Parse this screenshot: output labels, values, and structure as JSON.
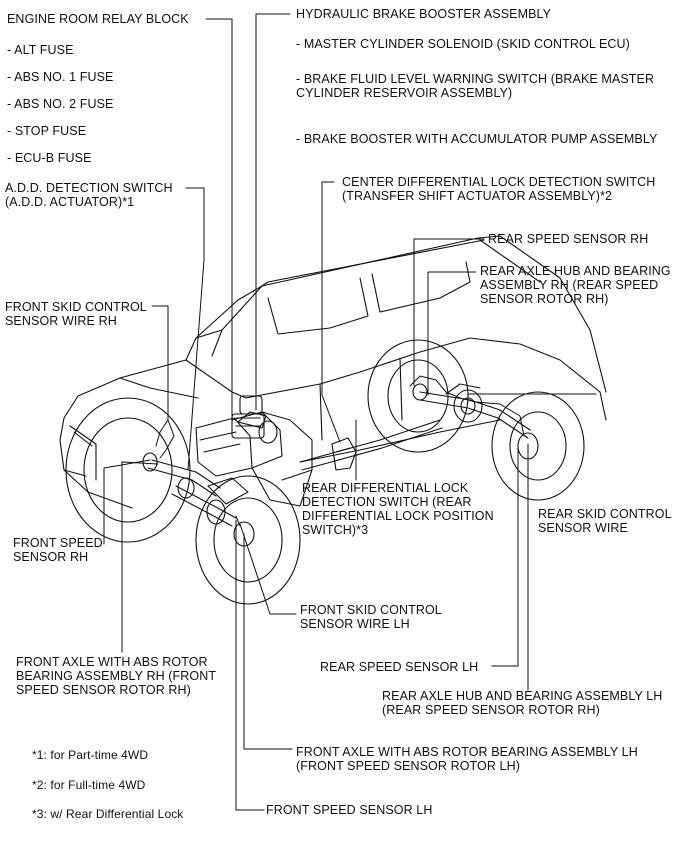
{
  "labels": {
    "engine_room_relay_block": "ENGINE ROOM RELAY BLOCK",
    "alt_fuse": "- ALT FUSE",
    "abs_no1_fuse": "- ABS NO. 1 FUSE",
    "abs_no2_fuse": "- ABS NO. 2 FUSE",
    "stop_fuse": "- STOP FUSE",
    "ecub_fuse": "- ECU-B FUSE",
    "add_detection_switch": "A.D.D. DETECTION SWITCH\n(A.D.D. ACTUATOR)*1",
    "front_skid_control_sensor_wire_rh": "FRONT SKID CONTROL\nSENSOR WIRE RH",
    "front_speed_sensor_rh": "FRONT SPEED\nSENSOR RH",
    "front_axle_abs_rotor_rh": "FRONT AXLE WITH ABS ROTOR\nBEARING ASSEMBLY RH (FRONT\nSPEED SENSOR ROTOR RH)",
    "hydraulic_brake_booster": "HYDRAULIC BRAKE BOOSTER ASSEMBLY",
    "master_cylinder_solenoid": "- MASTER CYLINDER SOLENOID (SKID CONTROL ECU)",
    "brake_fluid_level_switch": "- BRAKE FLUID LEVEL WARNING SWITCH (BRAKE MASTER\nCYLINDER RESERVOIR ASSEMBLY)",
    "brake_booster_accumulator": "- BRAKE BOOSTER WITH ACCUMULATOR PUMP ASSEMBLY",
    "center_diff_lock_switch": "CENTER DIFFERENTIAL LOCK DETECTION SWITCH\n(TRANSFER SHIFT ACTUATOR ASSEMBLY)*2",
    "rear_speed_sensor_rh": "REAR SPEED SENSOR RH",
    "rear_axle_hub_rh": "REAR AXLE HUB AND BEARING\nASSEMBLY RH (REAR SPEED\nSENSOR ROTOR RH)",
    "rear_diff_lock_switch": "REAR DIFFERENTIAL LOCK\nDETECTION SWITCH (REAR\nDIFFERENTIAL LOCK POSITION\nSWITCH)*3",
    "rear_skid_control_sensor_wire": "REAR SKID CONTROL\nSENSOR WIRE",
    "front_skid_control_sensor_wire_lh": "FRONT SKID CONTROL\nSENSOR WIRE LH",
    "rear_speed_sensor_lh": "REAR SPEED SENSOR LH",
    "rear_axle_hub_lh": "REAR AXLE HUB AND BEARING ASSEMBLY LH\n(REAR SPEED SENSOR ROTOR RH)",
    "front_axle_abs_rotor_lh": "FRONT AXLE WITH ABS ROTOR BEARING ASSEMBLY LH\n(FRONT SPEED SENSOR ROTOR LH)",
    "front_speed_sensor_lh": "FRONT SPEED SENSOR LH"
  },
  "footnotes": {
    "note1": "*1: for Part-time 4WD",
    "note2": "*2: for Full-time 4WD",
    "note3": "*3: w/ Rear Differential Lock"
  }
}
